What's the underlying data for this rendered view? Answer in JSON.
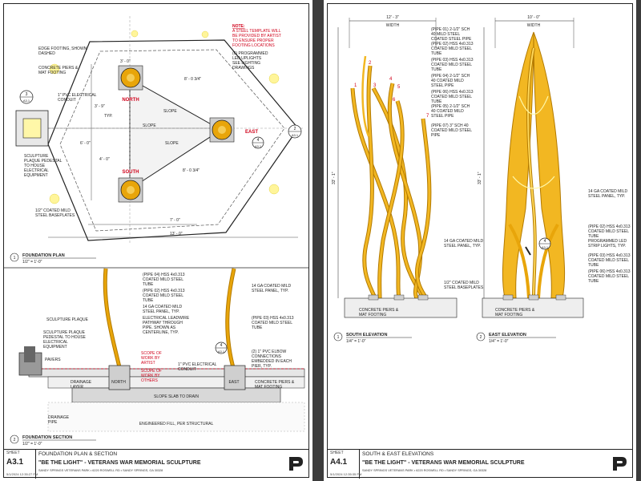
{
  "sheets": [
    {
      "sheet_label": "SHEET",
      "sheet_number": "A3.1",
      "description": "FOUNDATION PLAN & SECTION",
      "project": "\"BE THE LIGHT\" - VETERANS WAR MEMORIAL SCULPTURE",
      "address": "SANDY SPRINGS VETERANS PARK • 6220 ROSWELL RD • SANDY SPRINGS, GA 30328",
      "timestamp": "5/1/2024 12:35:27 PM",
      "views": [
        {
          "number": "1",
          "title": "FOUNDATION PLAN",
          "scale": "1/2\" = 1'-0\""
        },
        {
          "number": "2",
          "title": "FOUNDATION SECTION",
          "scale": "1/2\" = 1'-0\""
        }
      ],
      "plan": {
        "note_title": "NOTE:",
        "note_lines": [
          "A STEEL TEMPLATE WILL",
          "BE PROVIDED BY ARTIST",
          "TO ENSURE PROPER",
          "FOOTING LOCATIONS"
        ],
        "pier_labels": [
          "NORTH",
          "EAST",
          "SOUTH"
        ],
        "labels": [
          "EDGE FOOTING, SHOWN",
          "DASHED",
          "CONCRETE PIERS &",
          "MAT FOOTING",
          "1\" PVC ELECTRICAL",
          "CONDUIT",
          "SCULPTURE",
          "PLAQUE PEDESTAL",
          "TO HOUSE",
          "ELECTRICAL",
          "EQUIPMENT",
          "1/2\" COATED MILD",
          "STEEL BASEPLATES",
          "(6) PROGRAMMED",
          "LED UPLIGHTS",
          "SEE LIGHTING",
          "DRAWINGS"
        ],
        "dims": [
          "3' - 0\"",
          "8' - 0 3/4\"",
          "3' - 9\"",
          "TYP.",
          "SLOPE",
          "6' - 0\"",
          "4' - 0\"",
          "8' - 0 3/4\"",
          "7' - 0\"",
          "13' - 0\"",
          "SLOPE",
          "SLOPE"
        ],
        "callouts": [
          {
            "top": "3",
            "bottom": "A3.1"
          },
          {
            "top": "2",
            "bottom": "A3.1"
          },
          {
            "top": "4",
            "bottom": "A3.1"
          }
        ]
      },
      "section": {
        "labels_left": [
          "SCULPTURE PLAQUE",
          "SCULPTURE PLAQUE",
          "PEDESTAL TO HOUSE",
          "ELECTRICAL",
          "EQUIPMENT",
          "PAVERS",
          "DRAINAGE",
          "LAYER",
          "DRAINAGE",
          "PIPE"
        ],
        "labels_mid": [
          "(PIPE 04) HSS 4x0.313",
          "COATED MILD STEEL",
          "TUBE",
          "(PIPE 02) HSS 4x0.313",
          "COATED MILD STEEL",
          "TUBE",
          "14 GA COATED MILD",
          "STEEL PANEL, TYP.",
          "ELECTRICAL LEADWIRE",
          "PATHWAY THROUGH",
          "PIPE. SHOWN AS",
          "CENTERLINE, TYP."
        ],
        "labels_right": [
          "14 GA COATED MILD",
          "STEEL PANEL, TYP.",
          "(PIPE 03) HSS 4x0.313",
          "COATED MILD STEEL",
          "TUBE",
          "(2) 1\" PVC ELBOW",
          "CONNECTIONS",
          "EMBEDDED IN EACH",
          "PIER, TYP.",
          "CONCRETE PIERS &",
          "MAT FOOTING"
        ],
        "scope_artist": [
          "SCOPE OF",
          "WORK BY",
          "ARTIST"
        ],
        "scope_others": [
          "SCOPE OF",
          "WORK BY",
          "OTHERS"
        ],
        "conduit": [
          "1\" PVC ELECTRICAL",
          "CONDUIT"
        ],
        "ground_labels": [
          "NORTH",
          "EAST",
          "SLOPE SLAB TO DRAIN",
          "ENGINEERED FILL, PER STRUCTURAL"
        ]
      }
    },
    {
      "sheet_label": "SHEET",
      "sheet_number": "A4.1",
      "description": "SOUTH & EAST ELEVATIONS",
      "project": "\"BE THE LIGHT\" - VETERANS WAR MEMORIAL SCULPTURE",
      "address": "SANDY SPRINGS VETERANS PARK • 6220 ROSWELL RD • SANDY SPRINGS, GA 30328",
      "timestamp": "5/1/2024 12:35:35 PM",
      "views": [
        {
          "number": "1",
          "title": "SOUTH ELEVATION",
          "scale": "1/4\" = 1'-0\""
        },
        {
          "number": "2",
          "title": "EAST ELEVATION",
          "scale": "1/4\" = 1'-0\""
        }
      ],
      "south": {
        "width_dim": "12' - 3\"",
        "width_label": "WIDTH",
        "height_dim": "33' - 1\"",
        "pipe_numbers": [
          "1",
          "2",
          "3",
          "4",
          "5",
          "6",
          "7"
        ],
        "labels": [
          "(PIPE 01) 2-1/2\" SCH",
          "40 MILD STEEL",
          "COATED STEEL PIPE",
          "(PIPE 02) HSS 4x0.313",
          "COATED MILD STEEL",
          "TUBE",
          "(PIPE 03) HSS 4x0.313",
          "COATED MILD STEEL",
          "TUBE",
          "(PIPE 04) 2-1/2\" SCH",
          "40 COATED MILD",
          "STEEL PIPE",
          "(PIPE 06) HSS 4x0.313",
          "COATED MILD STEEL",
          "TUBE",
          "(PIPE 05) 2-1/2\" SCH",
          "40 COATED MILD",
          "STEEL PIPE",
          "(PIPE 07) 3\" SCH 40",
          "COATED MILD STEEL",
          "PIPE",
          "14 GA COATED MILD",
          "STEEL PANEL, TYP.",
          "1/2\" COATED MILD",
          "STEEL BASEPLATES",
          "CONCRETE PIERS &",
          "MAT FOOTING"
        ]
      },
      "east": {
        "width_dim": "10' - 0\"",
        "width_label": "WIDTH",
        "height_dim": "33' - 1\"",
        "callout": {
          "top": "4",
          "bottom": "A3.1"
        },
        "labels": [
          "14 GA COATED MILD",
          "STEEL PANEL, TYP.",
          "(PIPE 02) HSS 4x0.313",
          "COATED MILD STEEL",
          "TUBE",
          "PROGRAMMED LED",
          "STRIP LIGHTS, TYP.",
          "(PIPE 03) HSS 4x0.313",
          "COATED MILD STEEL",
          "TUBE",
          "(PIPE 06) HSS 4x0.313",
          "COATED MILD STEEL",
          "TUBE",
          "CONCRETE PIERS &",
          "MAT FOOTING"
        ]
      }
    }
  ],
  "colors": {
    "gold": "#e8a50a",
    "gold_dark": "#b37a00",
    "red": "#d0021b",
    "line": "#222222",
    "glow": "#fff7a8"
  }
}
